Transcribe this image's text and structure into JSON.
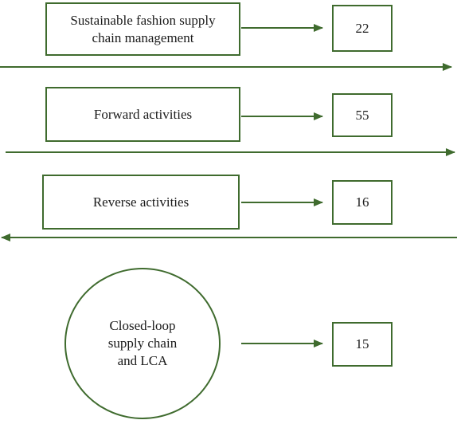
{
  "colors": {
    "stroke": "#3f6b2e",
    "text": "#1a1a1a",
    "background": "#ffffff"
  },
  "rows": [
    {
      "label_lines": [
        "Sustainable fashion supply",
        "chain management"
      ],
      "count": "22",
      "shape": "rectangle",
      "band_arrow_direction": "right"
    },
    {
      "label_lines": [
        "Forward activities"
      ],
      "count": "55",
      "shape": "rectangle",
      "band_arrow_direction": "right"
    },
    {
      "label_lines": [
        "Reverse activities"
      ],
      "count": "16",
      "shape": "rectangle",
      "band_arrow_direction": "left"
    },
    {
      "label_lines": [
        "Closed-loop",
        "supply chain",
        "and LCA"
      ],
      "count": "15",
      "shape": "circle"
    }
  ]
}
